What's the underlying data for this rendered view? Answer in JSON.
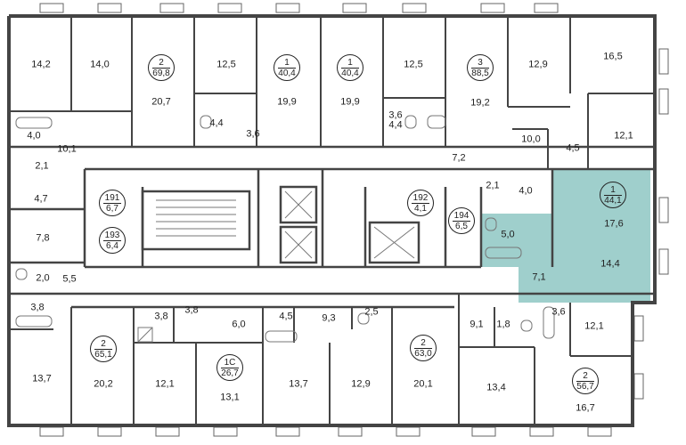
{
  "highlight_color": "#9fcfcc",
  "room_areas": [
    {
      "id": "r01",
      "label": "14,2"
    },
    {
      "id": "r02",
      "label": "14,0"
    },
    {
      "id": "r03",
      "label": "20,7"
    },
    {
      "id": "r04",
      "label": "12,5"
    },
    {
      "id": "r05",
      "label": "19,9"
    },
    {
      "id": "r06",
      "label": "19,9"
    },
    {
      "id": "r07",
      "label": "12,5"
    },
    {
      "id": "r08",
      "label": "19,2"
    },
    {
      "id": "r09",
      "label": "12,9"
    },
    {
      "id": "r10",
      "label": "16,5"
    },
    {
      "id": "r11",
      "label": "4,0"
    },
    {
      "id": "r12",
      "label": "10,1"
    },
    {
      "id": "r13",
      "label": "2,1"
    },
    {
      "id": "r14",
      "label": "4,4"
    },
    {
      "id": "r15",
      "label": "3,6"
    },
    {
      "id": "r16",
      "label": "3,6"
    },
    {
      "id": "r17",
      "label": "4,4"
    },
    {
      "id": "r18",
      "label": "10,0"
    },
    {
      "id": "r19",
      "label": "4,5"
    },
    {
      "id": "r20",
      "label": "12,1"
    },
    {
      "id": "r21",
      "label": "7,2"
    },
    {
      "id": "r22",
      "label": "4,7"
    },
    {
      "id": "r23",
      "label": "2,1"
    },
    {
      "id": "r24",
      "label": "4,0"
    },
    {
      "id": "r25",
      "label": "17,6"
    },
    {
      "id": "r26",
      "label": "5,0"
    },
    {
      "id": "r27",
      "label": "7,8"
    },
    {
      "id": "r28",
      "label": "14,4"
    },
    {
      "id": "r29",
      "label": "2,0"
    },
    {
      "id": "r30",
      "label": "5,5"
    },
    {
      "id": "r31",
      "label": "7,1"
    },
    {
      "id": "r32",
      "label": "3,8"
    },
    {
      "id": "r33",
      "label": "3,8"
    },
    {
      "id": "r34",
      "label": "3,8"
    },
    {
      "id": "r35",
      "label": "6,0"
    },
    {
      "id": "r36",
      "label": "4,5"
    },
    {
      "id": "r37",
      "label": "2,5"
    },
    {
      "id": "r38",
      "label": "9,3"
    },
    {
      "id": "r39",
      "label": "9,1"
    },
    {
      "id": "r40",
      "label": "3,6"
    },
    {
      "id": "r41",
      "label": "1,8"
    },
    {
      "id": "r42",
      "label": "12,1"
    },
    {
      "id": "r43",
      "label": "13,7"
    },
    {
      "id": "r44",
      "label": "20,2"
    },
    {
      "id": "r45",
      "label": "12,1"
    },
    {
      "id": "r46",
      "label": "13,1"
    },
    {
      "id": "r47",
      "label": "13,7"
    },
    {
      "id": "r48",
      "label": "12,9"
    },
    {
      "id": "r49",
      "label": "20,1"
    },
    {
      "id": "r50",
      "label": "13,4"
    },
    {
      "id": "r51",
      "label": "16,7"
    }
  ],
  "apartment_badges": [
    {
      "id": "b01",
      "rooms": "2",
      "area": "69,8",
      "highlighted": false
    },
    {
      "id": "b02",
      "rooms": "1",
      "area": "40,4",
      "highlighted": false
    },
    {
      "id": "b03",
      "rooms": "1",
      "area": "40,4",
      "highlighted": false
    },
    {
      "id": "b04",
      "rooms": "3",
      "area": "88,5",
      "highlighted": false
    },
    {
      "id": "b05",
      "rooms": "191",
      "area": "6,7",
      "highlighted": false
    },
    {
      "id": "b06",
      "rooms": "192",
      "area": "4,1",
      "highlighted": false
    },
    {
      "id": "b07",
      "rooms": "193",
      "area": "6,4",
      "highlighted": false
    },
    {
      "id": "b08",
      "rooms": "194",
      "area": "6,5",
      "highlighted": false
    },
    {
      "id": "b09",
      "rooms": "1",
      "area": "44,1",
      "highlighted": true
    },
    {
      "id": "b10",
      "rooms": "2",
      "area": "65,1",
      "highlighted": false
    },
    {
      "id": "b11",
      "rooms": "1С",
      "area": "26,7",
      "highlighted": false
    },
    {
      "id": "b12",
      "rooms": "2",
      "area": "63,0",
      "highlighted": false
    },
    {
      "id": "b13",
      "rooms": "2",
      "area": "56,7",
      "highlighted": false
    }
  ]
}
